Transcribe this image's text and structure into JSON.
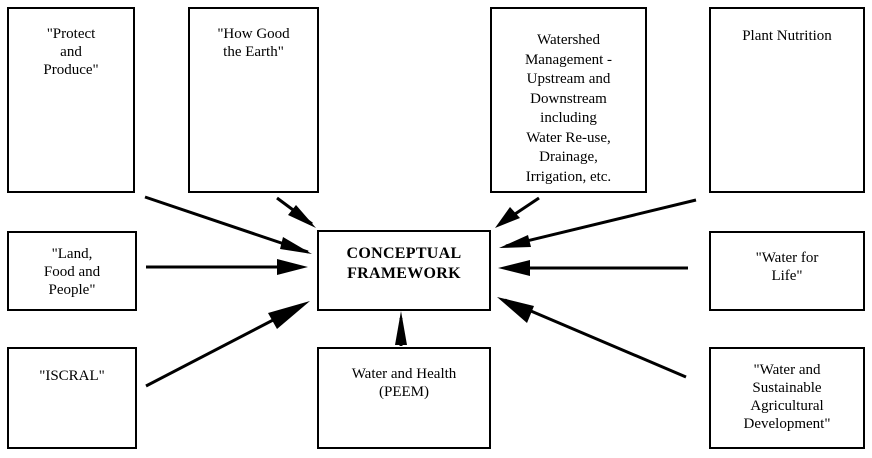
{
  "diagram": {
    "center": {
      "id": "conceptual-framework",
      "label": "CONCEPTUAL\nFRAMEWORK"
    },
    "nodes": [
      {
        "id": "protect-and-produce",
        "label": "\"Protect\nand\nProduce\""
      },
      {
        "id": "how-good-the-earth",
        "label": "\"How Good\nthe Earth\""
      },
      {
        "id": "watershed-management",
        "label": "Watershed\nManagement -\nUpstream and\nDownstream\nincluding\nWater Re-use,\nDrainage,\nIrrigation, etc."
      },
      {
        "id": "plant-nutrition",
        "label": "Plant Nutrition"
      },
      {
        "id": "land-food-people",
        "label": "\"Land,\nFood and\nPeople\""
      },
      {
        "id": "water-for-life",
        "label": "\"Water for\nLife\""
      },
      {
        "id": "iscral",
        "label": "\"ISCRAL\""
      },
      {
        "id": "water-and-health",
        "label": "Water and Health\n(PEEM)"
      },
      {
        "id": "water-sustainable-agri",
        "label": "\"Water and\nSustainable\nAgricultural\nDevelopment\""
      }
    ],
    "edges": [
      {
        "from": "protect-and-produce",
        "to": "conceptual-framework"
      },
      {
        "from": "how-good-the-earth",
        "to": "conceptual-framework"
      },
      {
        "from": "watershed-management",
        "to": "conceptual-framework"
      },
      {
        "from": "plant-nutrition",
        "to": "conceptual-framework"
      },
      {
        "from": "land-food-people",
        "to": "conceptual-framework"
      },
      {
        "from": "water-for-life",
        "to": "conceptual-framework"
      },
      {
        "from": "iscral",
        "to": "conceptual-framework"
      },
      {
        "from": "water-and-health",
        "to": "conceptual-framework"
      },
      {
        "from": "water-sustainable-agri",
        "to": "conceptual-framework"
      }
    ]
  }
}
